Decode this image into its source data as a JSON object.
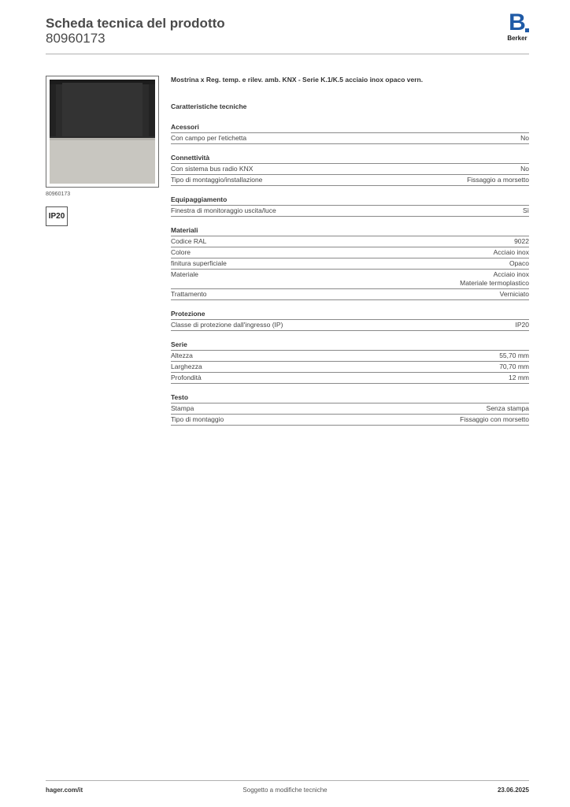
{
  "header": {
    "title": "Scheda tecnica del prodotto",
    "code": "80960173",
    "logo": {
      "letter": "B",
      "name": "Berker",
      "color": "#1f5aa6"
    }
  },
  "product": {
    "image_caption": "80960173",
    "ip_badge": "IP20",
    "description": "Mostrina x Reg. temp. e rilev. amb. KNX - Serie K.1/K.5 acciaio inox opaco vern."
  },
  "features_heading": "Caratteristiche tecniche",
  "sections": [
    {
      "title": "Acessori",
      "rows": [
        {
          "label": "Con campo per l'etichetta",
          "values": [
            "No"
          ]
        }
      ]
    },
    {
      "title": "Connettività",
      "rows": [
        {
          "label": "Con sistema bus radio KNX",
          "values": [
            "No"
          ]
        },
        {
          "label": "Tipo di montaggio/installazione",
          "values": [
            "Fissaggio a morsetto"
          ]
        }
      ]
    },
    {
      "title": "Equipaggiamento",
      "rows": [
        {
          "label": "Finestra di monitoraggio uscita/luce",
          "values": [
            "Sì"
          ]
        }
      ]
    },
    {
      "title": "Materiali",
      "rows": [
        {
          "label": "Codice RAL",
          "values": [
            "9022"
          ]
        },
        {
          "label": "Colore",
          "values": [
            "Acciaio inox"
          ]
        },
        {
          "label": "finitura superficiale",
          "values": [
            "Opaco"
          ]
        },
        {
          "label": "Materiale",
          "values": [
            "Acciaio inox",
            "Materiale termoplastico"
          ]
        },
        {
          "label": "Trattamento",
          "values": [
            "Verniciato"
          ]
        }
      ]
    },
    {
      "title": "Protezione",
      "rows": [
        {
          "label": "Classe di protezione dall'ingresso (IP)",
          "values": [
            "IP20"
          ]
        }
      ]
    },
    {
      "title": "Serie",
      "rows": [
        {
          "label": "Altezza",
          "values": [
            "55,70 mm"
          ]
        },
        {
          "label": "Larghezza",
          "values": [
            "70,70 mm"
          ]
        },
        {
          "label": "Profondità",
          "values": [
            "12 mm"
          ]
        }
      ]
    },
    {
      "title": "Testo",
      "rows": [
        {
          "label": "Stampa",
          "values": [
            "Senza stampa"
          ]
        },
        {
          "label": "Tipo di montaggio",
          "values": [
            "Fissaggio con morsetto"
          ]
        }
      ]
    }
  ],
  "footer": {
    "left": "hager.com/it",
    "center": "Soggetto a modifiche tecniche",
    "right": "23.06.2025"
  }
}
